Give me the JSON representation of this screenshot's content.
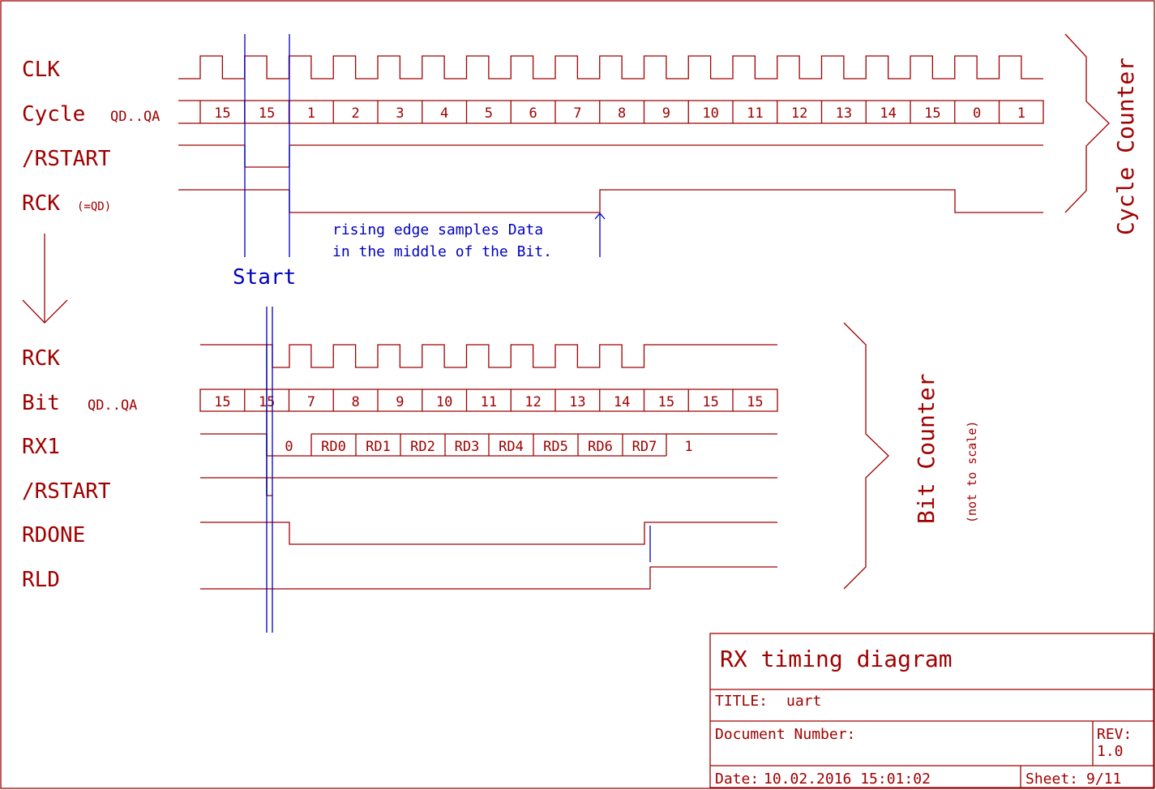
{
  "colors": {
    "signal": "#a00000",
    "annotation": "#0000c0"
  },
  "top_section": {
    "labels": [
      {
        "name": "CLK",
        "suffix": ""
      },
      {
        "name": "Cycle",
        "suffix": "QD..QA"
      },
      {
        "name": "/RSTART",
        "suffix": ""
      },
      {
        "name": "RCK",
        "suffix": "(=QD)"
      }
    ],
    "cycle_values": [
      "15",
      "15",
      "1",
      "2",
      "3",
      "4",
      "5",
      "6",
      "7",
      "8",
      "9",
      "10",
      "11",
      "12",
      "13",
      "14",
      "15",
      "0",
      "1"
    ],
    "note_line1": "rising edge samples Data",
    "note_line2": "in the middle of the Bit.",
    "start_label": "Start",
    "brace_label": "Cycle Counter"
  },
  "bottom_section": {
    "labels": [
      {
        "name": "RCK",
        "suffix": ""
      },
      {
        "name": "Bit",
        "suffix": "QD..QA"
      },
      {
        "name": "RX1",
        "suffix": ""
      },
      {
        "name": "/RSTART",
        "suffix": ""
      },
      {
        "name": "RDONE",
        "suffix": ""
      },
      {
        "name": "RLD",
        "suffix": ""
      }
    ],
    "bit_values": [
      "15",
      "15",
      "7",
      "8",
      "9",
      "10",
      "11",
      "12",
      "13",
      "14",
      "15",
      "15",
      "15"
    ],
    "rx1_values": [
      "0",
      "RD0",
      "RD1",
      "RD2",
      "RD3",
      "RD4",
      "RD5",
      "RD6",
      "RD7",
      "1"
    ],
    "brace_label": "Bit Counter",
    "brace_note": "(not to scale)"
  },
  "title_block": {
    "heading": "RX timing diagram",
    "title_label": "TITLE:",
    "title_value": "uart",
    "doc_number_label": "Document Number:",
    "rev_label": "REV:",
    "rev_value": "1.0",
    "date_label": "Date:",
    "date_value": "10.02.2016 15:01:02",
    "sheet_label": "Sheet:",
    "sheet_value": "9/11"
  }
}
